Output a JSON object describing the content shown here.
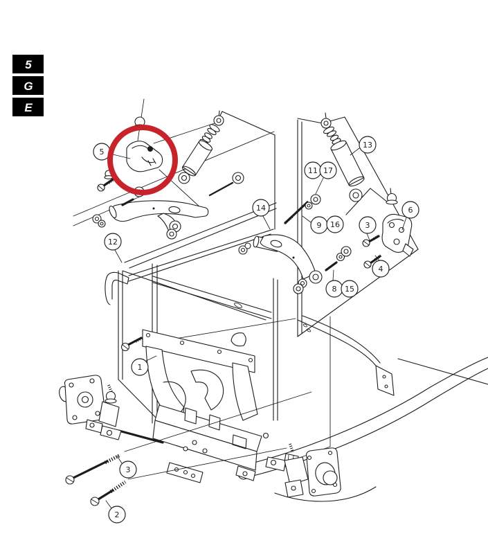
{
  "index_tabs": {
    "bg": "#000000",
    "fg": "#ffffff",
    "items": [
      {
        "label": "5"
      },
      {
        "label": "G"
      },
      {
        "label": "E"
      }
    ]
  },
  "highlight": {
    "color": "#c6232a",
    "shape": "circle",
    "meaning": "highlighted-part-shock-mount-bracket"
  },
  "colors": {
    "line": "#1c1c1c",
    "background": "#ffffff",
    "part_fill": "#ffffff"
  },
  "callouts": [
    {
      "part": "5",
      "label": "5"
    },
    {
      "part": "13",
      "label": "13"
    },
    {
      "part": "11",
      "label": "11"
    },
    {
      "part": "17",
      "label": "17"
    },
    {
      "part": "14",
      "label": "14"
    },
    {
      "part": "9",
      "label": "9"
    },
    {
      "part": "16",
      "label": "16"
    },
    {
      "part": "3",
      "label": "3"
    },
    {
      "part": "6",
      "label": "6"
    },
    {
      "part": "4",
      "label": "4"
    },
    {
      "part": "8",
      "label": "8"
    },
    {
      "part": "15",
      "label": "15"
    },
    {
      "part": "12",
      "label": "12"
    },
    {
      "part": "1",
      "label": "1"
    },
    {
      "part": "3b",
      "label": "3"
    },
    {
      "part": "2",
      "label": "2"
    }
  ]
}
